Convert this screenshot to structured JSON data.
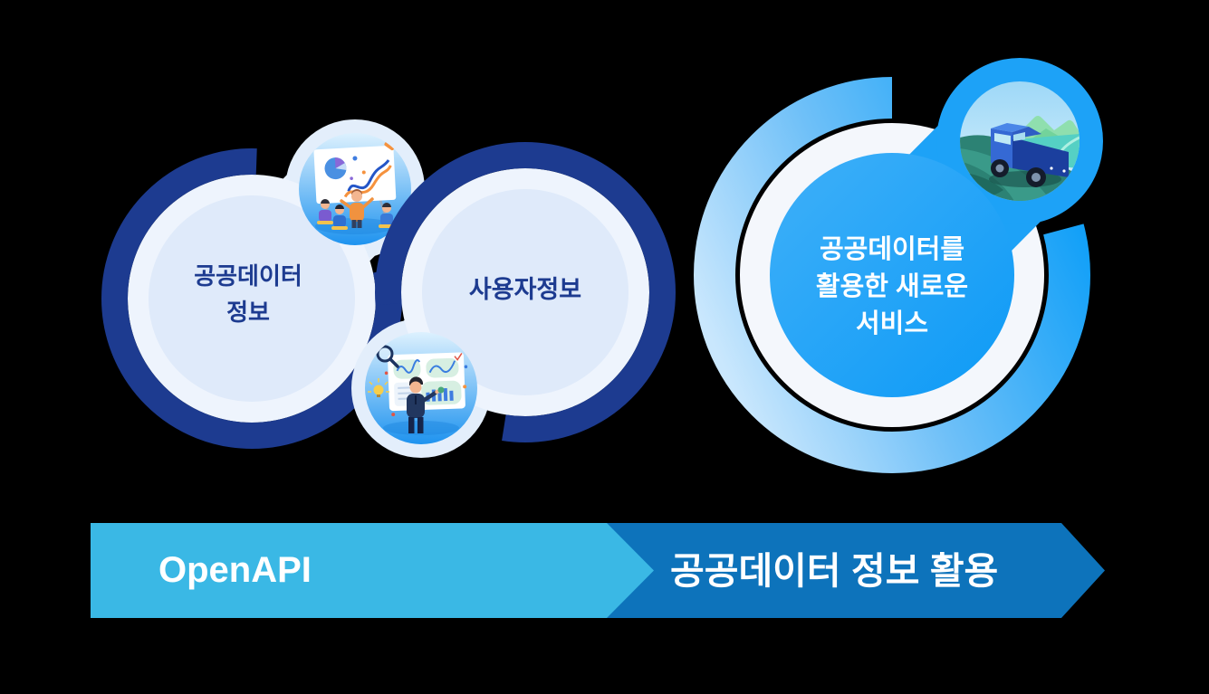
{
  "background_color": "#000000",
  "circles": {
    "public_data": {
      "label_lines": [
        "공공데이터",
        "정보"
      ],
      "text_color": "#1d3b90",
      "ring_color": "#1d3b90",
      "fill_color": "#dfeafa"
    },
    "user_info": {
      "label": "사용자정보",
      "text_color": "#1d3b90",
      "ring_color": "#1d3b90",
      "fill_color": "#dfeafa"
    },
    "new_service": {
      "label_lines": [
        "공공데이터를",
        "활용한 새로운",
        "서비스"
      ],
      "text_color": "#ffffff",
      "ring_gradient": [
        "#c9e7fd",
        "#0f9ff8"
      ],
      "inner_ring_color": "#f4f7fc",
      "fill_color": "#1da2f7"
    }
  },
  "illustrations": {
    "team_presentation": {
      "icon": "team-presentation-chart-illustration"
    },
    "data_analysis": {
      "icon": "analyst-dashboard-illustration"
    },
    "car_service": {
      "icon": "car-driving-landscape-illustration"
    }
  },
  "banner": {
    "left": {
      "label": "OpenAPI",
      "bg_color": "#3ab8e5",
      "text_color": "#ffffff"
    },
    "right": {
      "label": "공공데이터 정보 활용",
      "bg_color": "#0d73bb",
      "text_color": "#ffffff"
    }
  }
}
